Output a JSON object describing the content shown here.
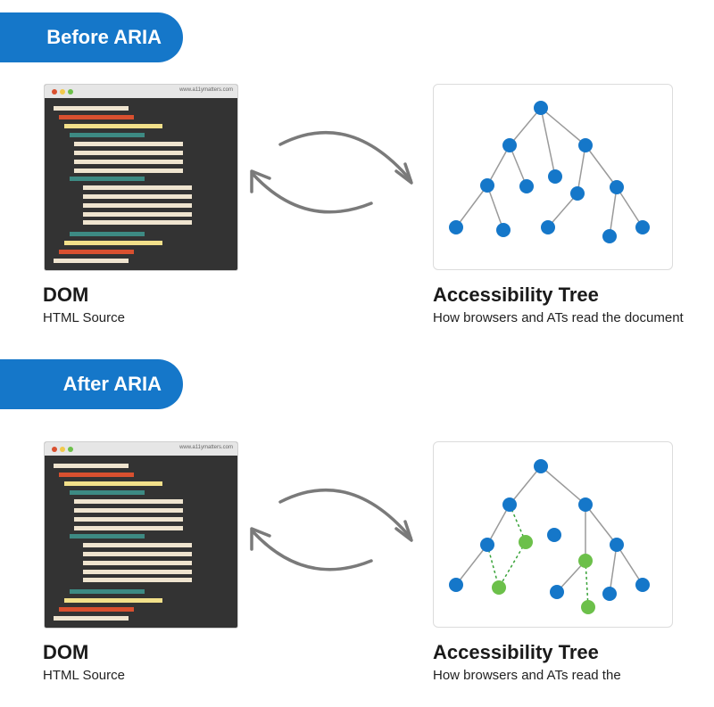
{
  "sections": [
    {
      "badge": "Before ARIA",
      "browser": {
        "url": "www.a11ymatters.com"
      },
      "dom": {
        "title": "DOM",
        "subtitle": "HTML Source"
      },
      "tree": {
        "title": "Accessibility Tree",
        "subtitle": "How browsers and ATs read the document"
      }
    },
    {
      "badge": "After ARIA",
      "browser": {
        "url": "www.a11ymatters.com"
      },
      "dom": {
        "title": "DOM",
        "subtitle": "HTML Source"
      },
      "tree": {
        "title": "Accessibility Tree",
        "subtitle": "How browsers and ATs read the"
      }
    }
  ],
  "colors": {
    "badge": "#1577c9",
    "node_blue": "#1577c9",
    "node_green": "#6cc04a",
    "edge": "#9a9a9a",
    "code_red": "#d9502f",
    "code_cream": "#efe4cf",
    "code_yellow": "#f2e08a",
    "code_teal": "#3d8a83",
    "code_bg": "#333333"
  }
}
